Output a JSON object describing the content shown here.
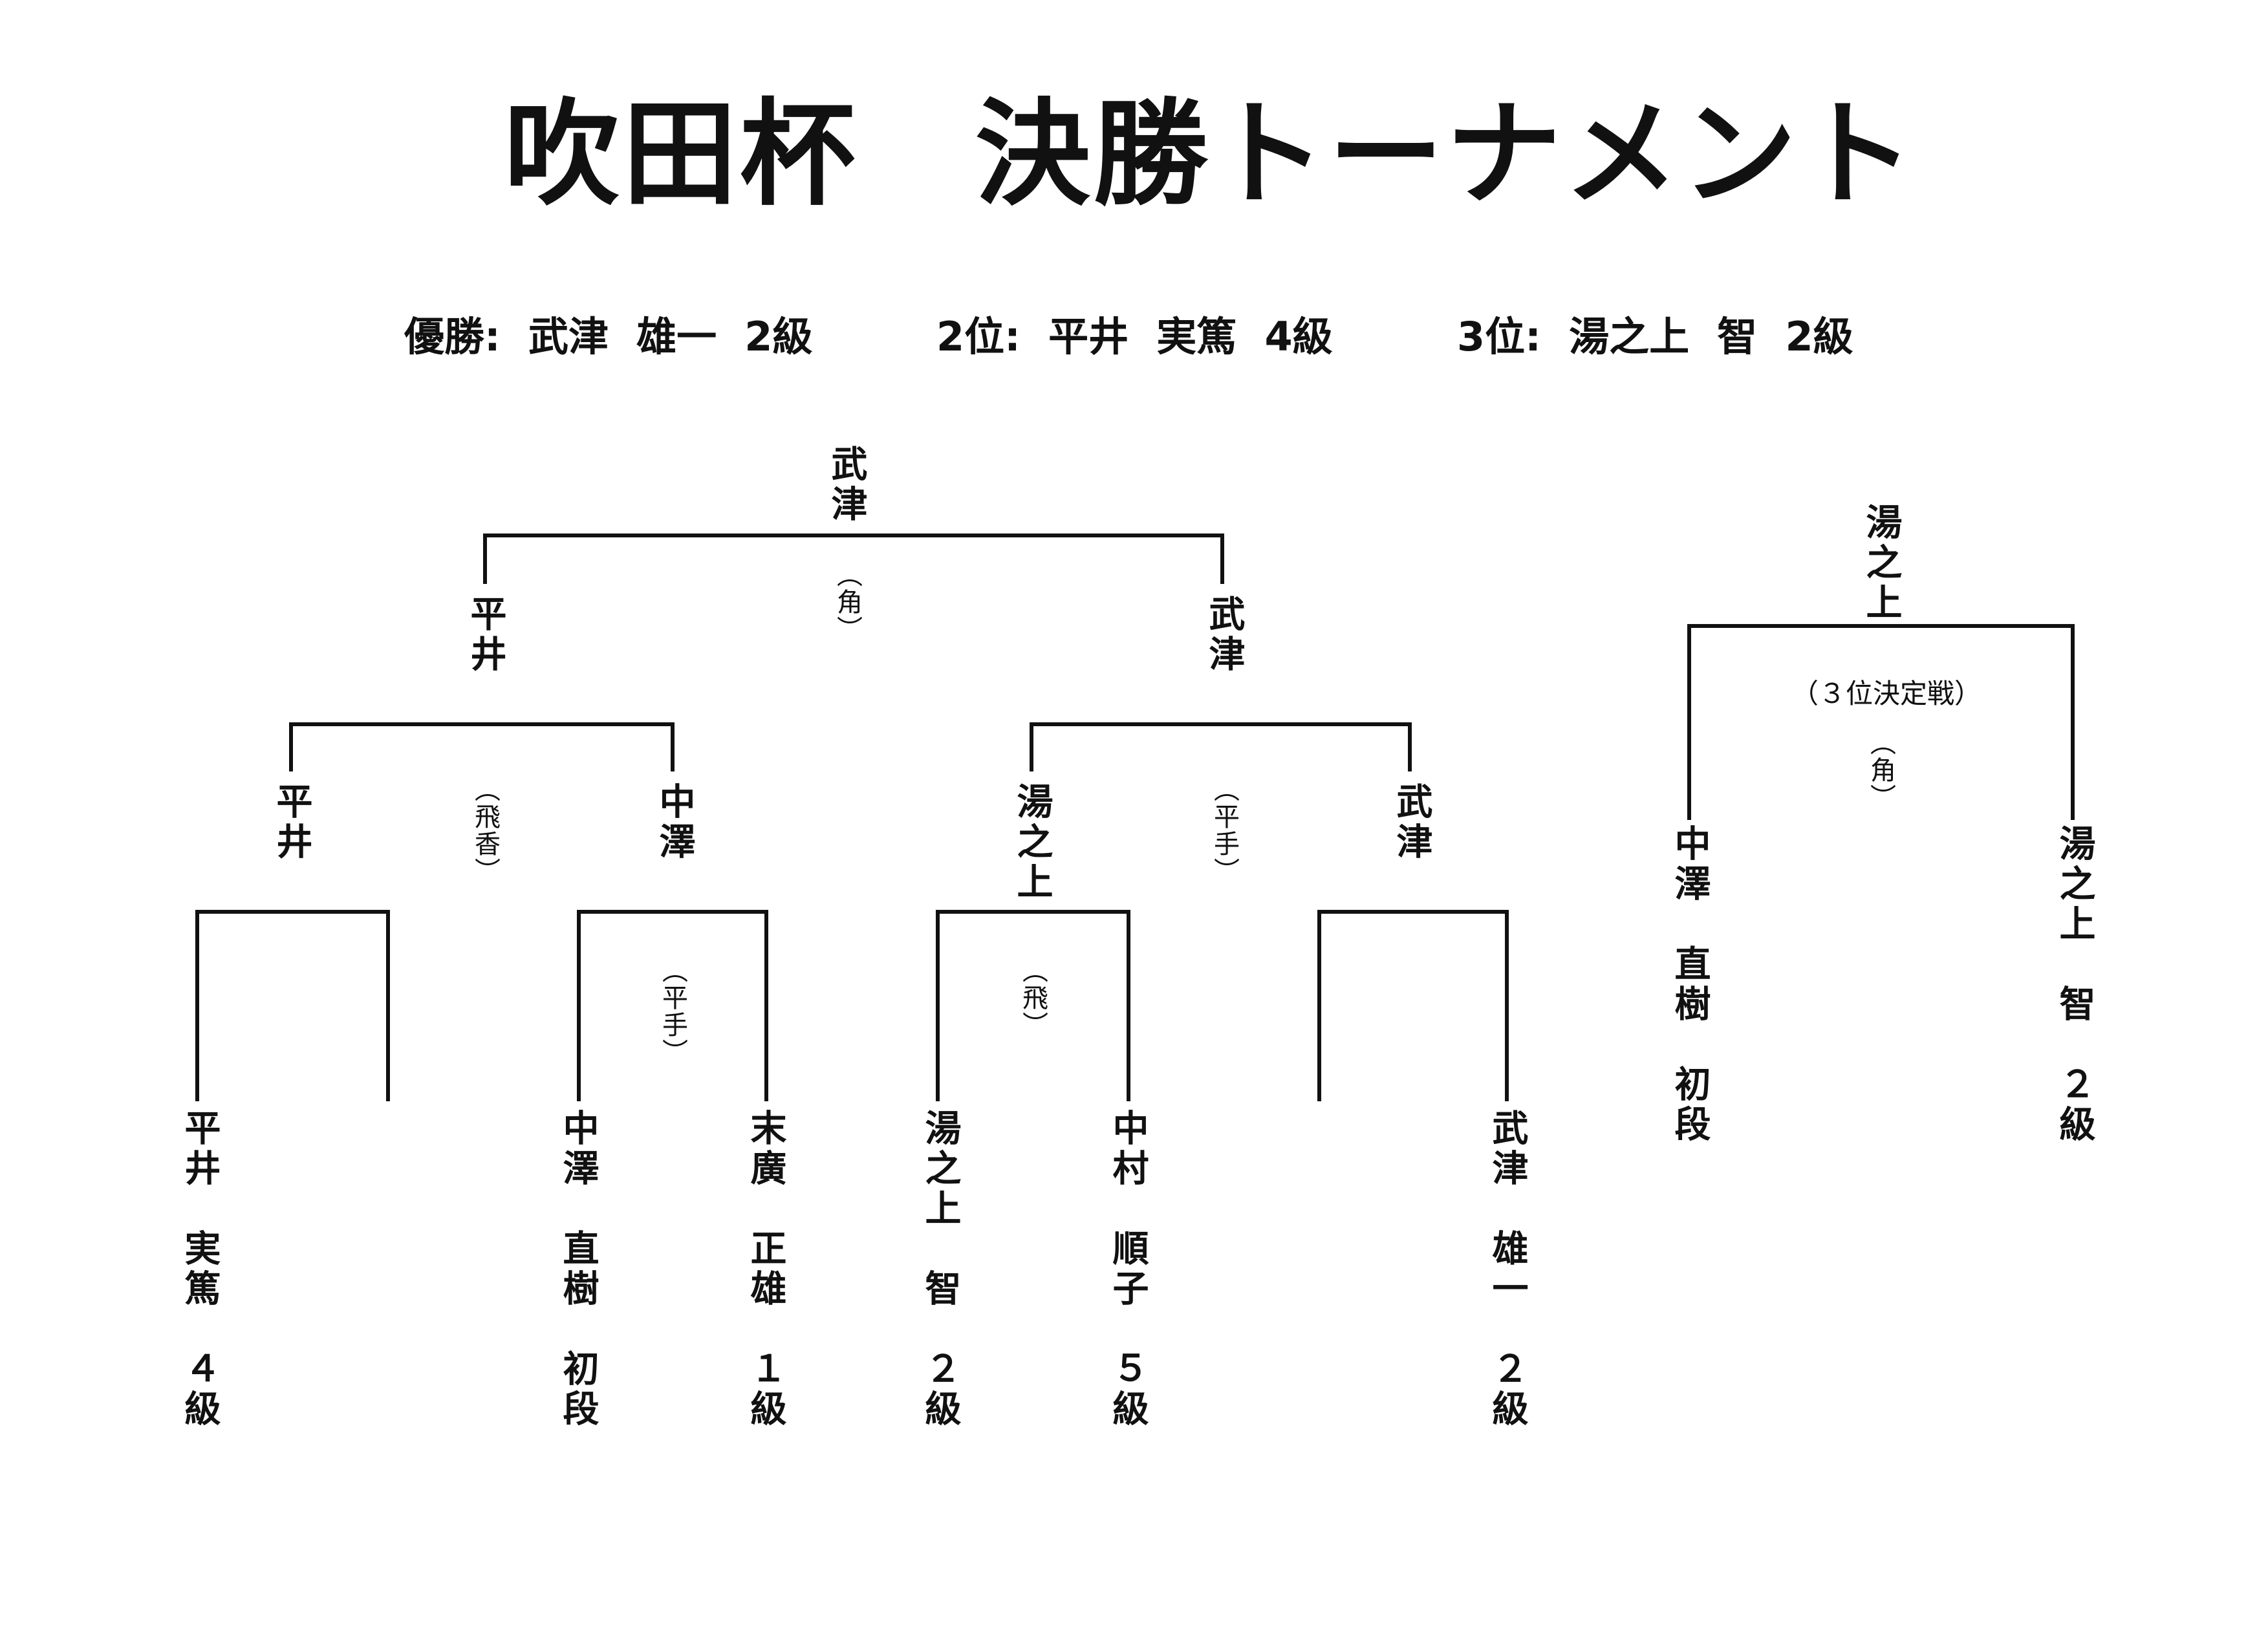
{
  "title": "吹田杯　決勝トーナメント",
  "results": {
    "first": "優勝:  武津  雄一  2級",
    "second": "2位:  平井  実篤  4級",
    "third": "3位:  湯之上  智  2級"
  },
  "players": {
    "hirai": "平井　実篤　４級",
    "nakazawa": "中澤　直樹　初段",
    "suehiro": "末廣　正雄　１級",
    "yunoue": "湯之上　智　２級",
    "nakamura": "中村　順子　５級",
    "takezu": "武津　雄一　２級"
  },
  "winners": {
    "r1_1": "平井",
    "r1_2": "中澤",
    "r1_3": "湯之上",
    "r1_4": "武津",
    "sf_1": "平井",
    "sf_2": "武津",
    "champion": "武津"
  },
  "handicaps": {
    "r1_2": "（平手）",
    "r1_3": "（飛）",
    "r2_1": "（飛香）",
    "r2_2": "（平手）",
    "final": "（角）",
    "third": "（角）"
  },
  "third_place": {
    "label": "（３位決定戦）",
    "left_player": "中澤　直樹　初段",
    "right_player": "湯之上　智　２級",
    "winner": "湯之上"
  }
}
